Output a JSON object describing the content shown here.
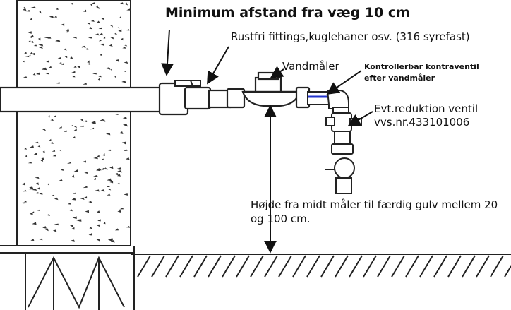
{
  "labels": {
    "title": "Minimum afstand fra væg 10 cm",
    "fittings": "Rustfri fittings,kuglehaner osv. (316 syrefast)",
    "meter": "Vandmåler",
    "check_valve_line1": "Kontrollerbar kontraventil",
    "check_valve_line2": "efter vandmåler",
    "reduction_line1": "Evt.reduktion ventil",
    "reduction_line2": "vvs.nr.433101006",
    "height_line1": "Højde fra midt måler til færdig gulv mellem 20",
    "height_line2": "og 100 cm."
  },
  "colors": {
    "ink": "#111111",
    "highlight_line": "#2233cc",
    "background": "#ffffff"
  }
}
